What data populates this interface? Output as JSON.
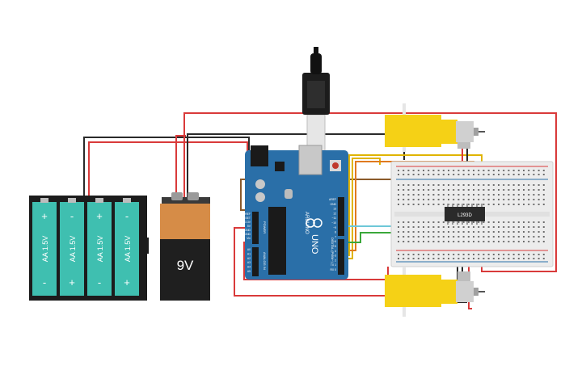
{
  "components": {
    "aa_pack": {
      "cells": [
        {
          "label": "AA 1.5V",
          "top_sign": "+",
          "bottom_sign": "-",
          "color": "#3fbfb0"
        },
        {
          "label": "AA 1.5V",
          "top_sign": "-",
          "bottom_sign": "+",
          "color": "#3fbfb0"
        },
        {
          "label": "AA 1.5V",
          "top_sign": "+",
          "bottom_sign": "-",
          "color": "#3fbfb0"
        },
        {
          "label": "AA 1.5V",
          "top_sign": "-",
          "bottom_sign": "+",
          "color": "#3fbfb0"
        }
      ]
    },
    "battery_9v": {
      "label": "9V",
      "top_color": "#d68c47",
      "body_color": "#1f1f1f"
    },
    "arduino": {
      "brand": "ARDUINO",
      "model": "UNO",
      "power_label": "POWER",
      "analog_label": "ANALOG IN",
      "digital_label": "DIGITAL (PWM~)",
      "power_pins": [
        "IOREF",
        "RESET",
        "3.3V",
        "5V",
        "GND",
        "GND",
        "Vin"
      ],
      "analog_pins": [
        "A0",
        "A1",
        "A2",
        "A3",
        "A4",
        "A5"
      ],
      "digital_pins": [
        "AREF",
        "GND",
        "13",
        "12",
        "~11",
        "~10",
        "~9",
        "8",
        "7",
        "~6",
        "~5",
        "4",
        "~3",
        "2",
        "TX 1",
        "RX 0"
      ],
      "board_color": "#2a6fa8"
    },
    "driver_ic": {
      "label": "L293D"
    },
    "motors": {
      "body_color": "#f5d116"
    }
  },
  "wire_colors": {
    "red": "#d93a3a",
    "black": "#2a2a2a",
    "yellow": "#e0b400",
    "orange": "#e07a1f",
    "green": "#3aa83a",
    "cyan": "#6ec8d8",
    "brown": "#8b5a2b"
  }
}
